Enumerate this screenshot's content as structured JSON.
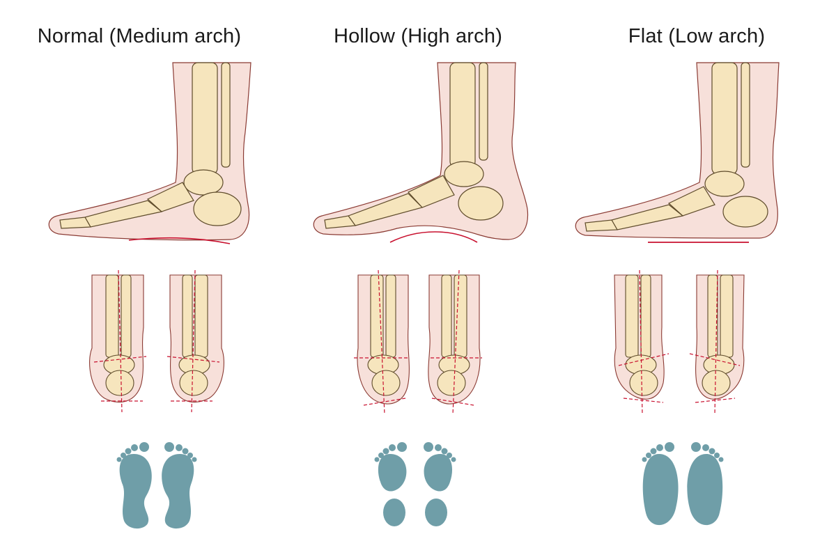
{
  "colors": {
    "skin": "#f7e0da",
    "skin_stroke": "#8a3a33",
    "bone": "#f6e5bd",
    "bone_stroke": "#5e4b2a",
    "guide_line": "#c8102e",
    "footprint": "#6f9ea8"
  },
  "columns": [
    {
      "title": "Normal (Medium arch)",
      "arch": "medium",
      "footprint": "normal"
    },
    {
      "title": "Hollow (High arch)",
      "arch": "high",
      "footprint": "hollow"
    },
    {
      "title": "Flat (Low arch)",
      "arch": "low",
      "footprint": "flat"
    }
  ]
}
